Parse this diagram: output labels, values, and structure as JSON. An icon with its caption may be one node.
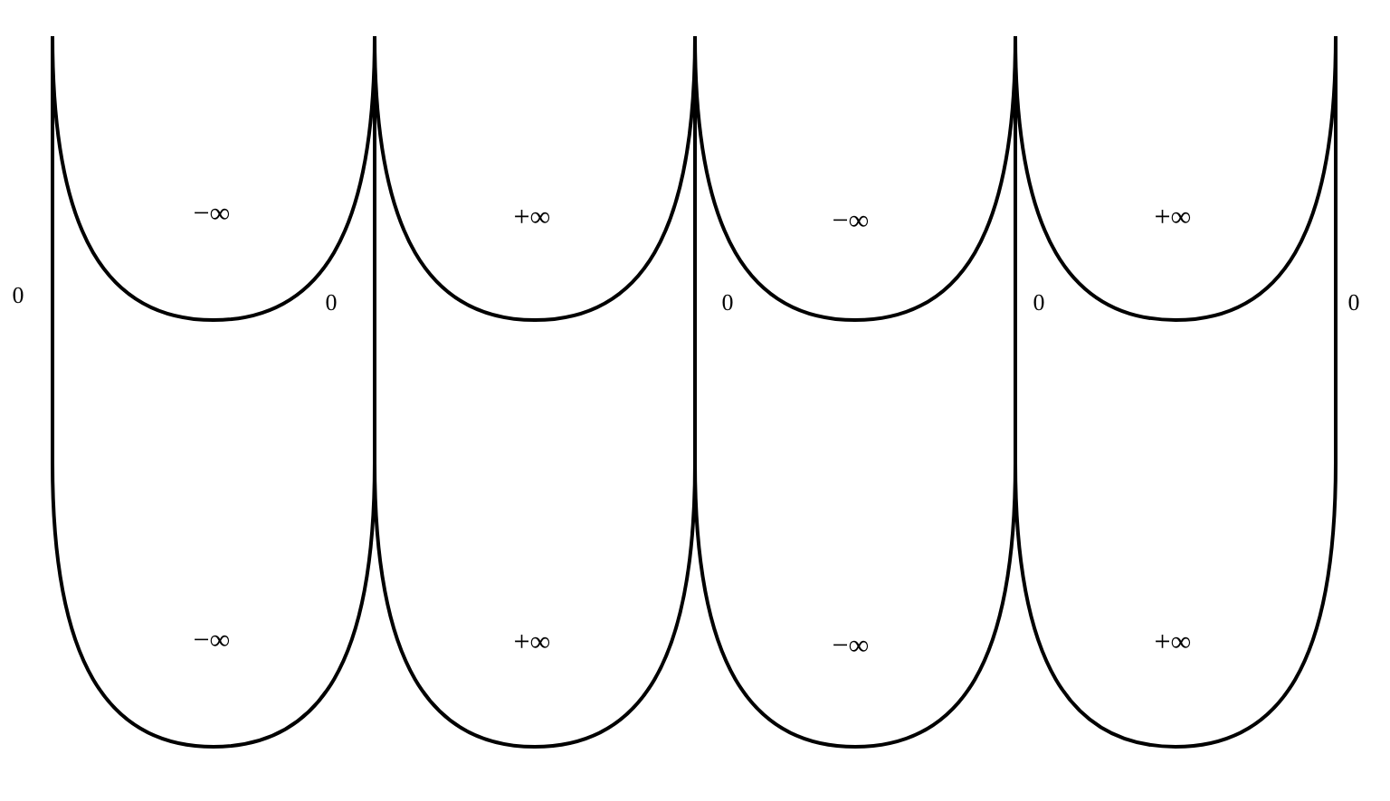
{
  "diagram": {
    "labels": [
      "−∞",
      "+∞",
      "−∞",
      "+∞",
      "0",
      "0",
      "0",
      "0",
      "0",
      "−∞",
      "+∞",
      "−∞",
      "+∞"
    ]
  }
}
